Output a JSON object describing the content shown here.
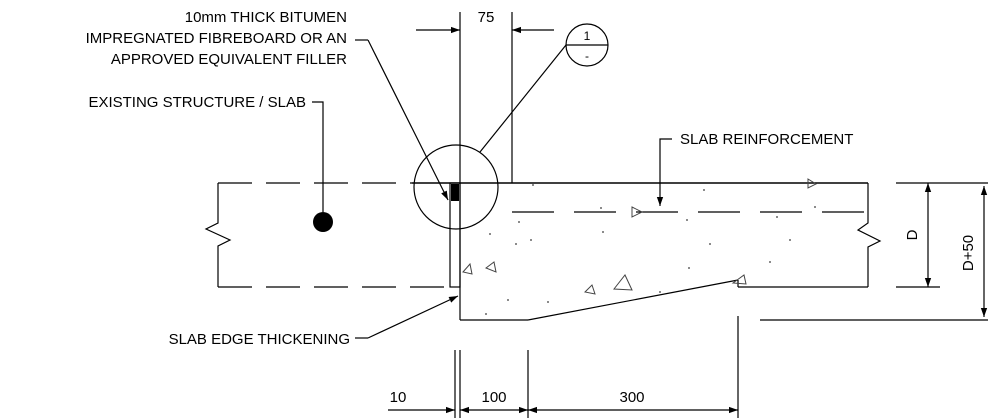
{
  "labels": {
    "filler_line1": "10mm THICK BITUMEN",
    "filler_line2": "IMPREGNATED FIBREBOARD OR AN",
    "filler_line3": "APPROVED EQUIVALENT FILLER",
    "existing": "EXISTING STRUCTURE / SLAB",
    "reinforcement": "SLAB REINFORCEMENT",
    "edge_thickening": "SLAB EDGE THICKENING"
  },
  "dimensions": {
    "top": "75",
    "d": "D",
    "d_plus": "D+50",
    "dim_10": "10",
    "dim_100": "100",
    "dim_300": "300"
  },
  "detail_callout": {
    "number": "1",
    "sheet": "-"
  }
}
